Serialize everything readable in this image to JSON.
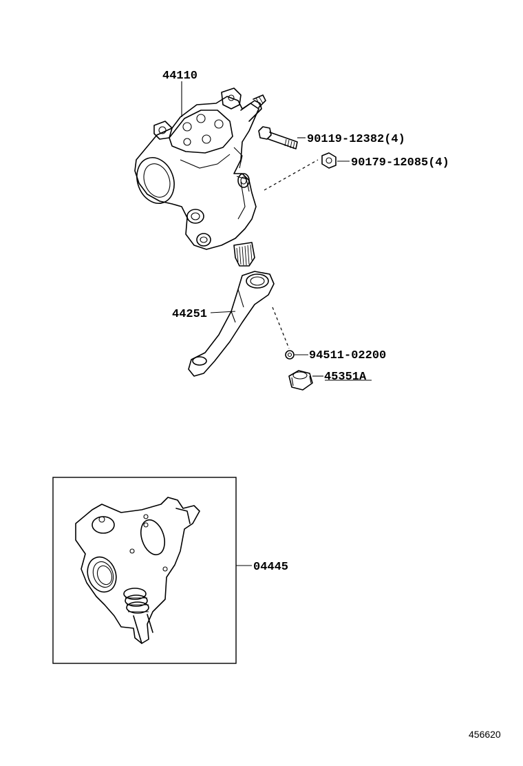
{
  "diagram": {
    "labels": {
      "gear_housing": "44110",
      "bolt": "90119-12382(4)",
      "nut": "90179-12085(4)",
      "pitman_arm": "44251",
      "washer": "94511-02200",
      "pitman_nut": "45351A",
      "gasket_kit": "04445"
    },
    "figure_number": "456620"
  }
}
